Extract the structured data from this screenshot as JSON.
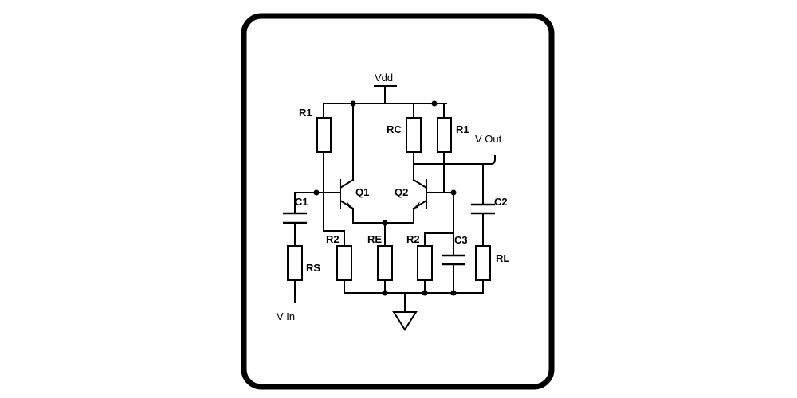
{
  "diagram": {
    "type": "circuit-schematic",
    "labels": {
      "vdd": "Vdd",
      "vout": "V Out",
      "vin": "V In",
      "r1_left": "R1",
      "r1_right": "R1",
      "rc": "RC",
      "q1": "Q1",
      "q2": "Q2",
      "c1": "C1",
      "c2": "C2",
      "c3": "C3",
      "rs": "RS",
      "r2_left": "R2",
      "re": "RE",
      "r2_right": "R2",
      "rl": "RL"
    },
    "components": [
      {
        "ref": "R1",
        "kind": "resistor",
        "position": "left bias divider top"
      },
      {
        "ref": "R2",
        "kind": "resistor",
        "position": "left bias divider bottom"
      },
      {
        "ref": "R1",
        "kind": "resistor",
        "position": "right bias divider top"
      },
      {
        "ref": "R2",
        "kind": "resistor",
        "position": "right bias divider bottom"
      },
      {
        "ref": "RC",
        "kind": "resistor",
        "position": "Q2 collector load"
      },
      {
        "ref": "RE",
        "kind": "resistor",
        "position": "shared emitter"
      },
      {
        "ref": "RS",
        "kind": "resistor",
        "position": "source"
      },
      {
        "ref": "RL",
        "kind": "resistor",
        "position": "load"
      },
      {
        "ref": "C1",
        "kind": "capacitor",
        "position": "input coupling"
      },
      {
        "ref": "C2",
        "kind": "capacitor",
        "position": "output coupling"
      },
      {
        "ref": "C3",
        "kind": "capacitor",
        "position": "Q2 base bypass"
      },
      {
        "ref": "Q1",
        "kind": "npn-transistor"
      },
      {
        "ref": "Q2",
        "kind": "npn-transistor"
      }
    ],
    "nets": [
      "Vdd",
      "ground",
      "V In",
      "V Out"
    ]
  }
}
